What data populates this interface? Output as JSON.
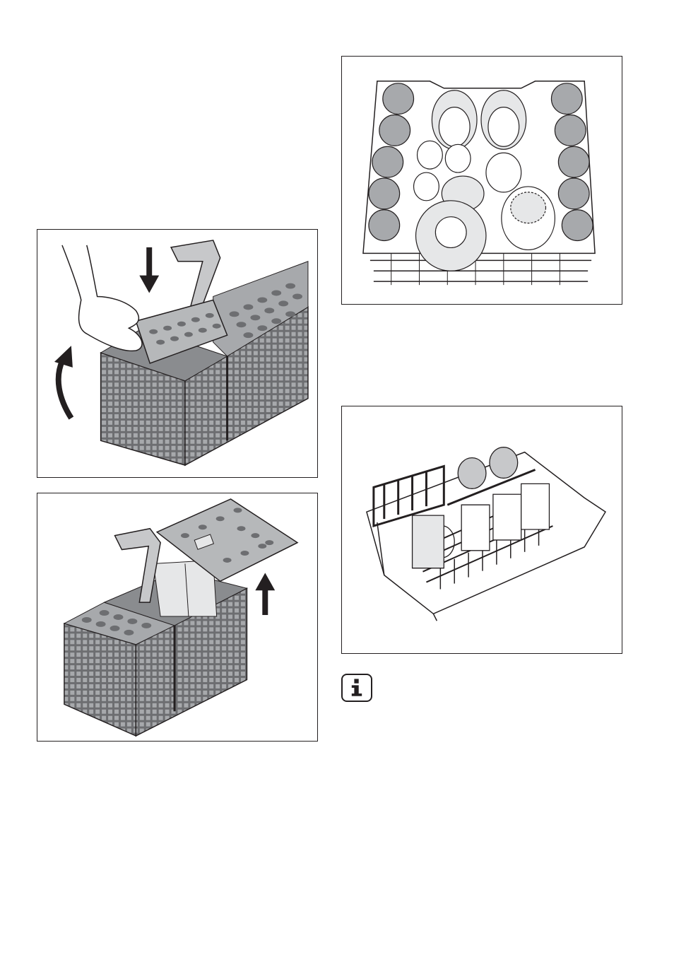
{
  "figures": [
    {
      "id": "basket-close",
      "icon": "cutlery-basket-closing-lid-illustration"
    },
    {
      "id": "basket-open",
      "icon": "cutlery-basket-removing-lid-illustration"
    },
    {
      "id": "lower-rack",
      "icon": "lower-basket-loaded-with-plates-and-cups-illustration"
    },
    {
      "id": "upper-rack",
      "icon": "upper-basket-loaded-with-mugs-and-cups-illustration"
    }
  ],
  "info_note": {
    "icon": "info-icon",
    "text": ""
  },
  "colors": {
    "line": "#231f20",
    "fill_gray": "#a7a9ac",
    "dark_gray": "#6d6e71",
    "light_gray": "#d1d3d4"
  }
}
